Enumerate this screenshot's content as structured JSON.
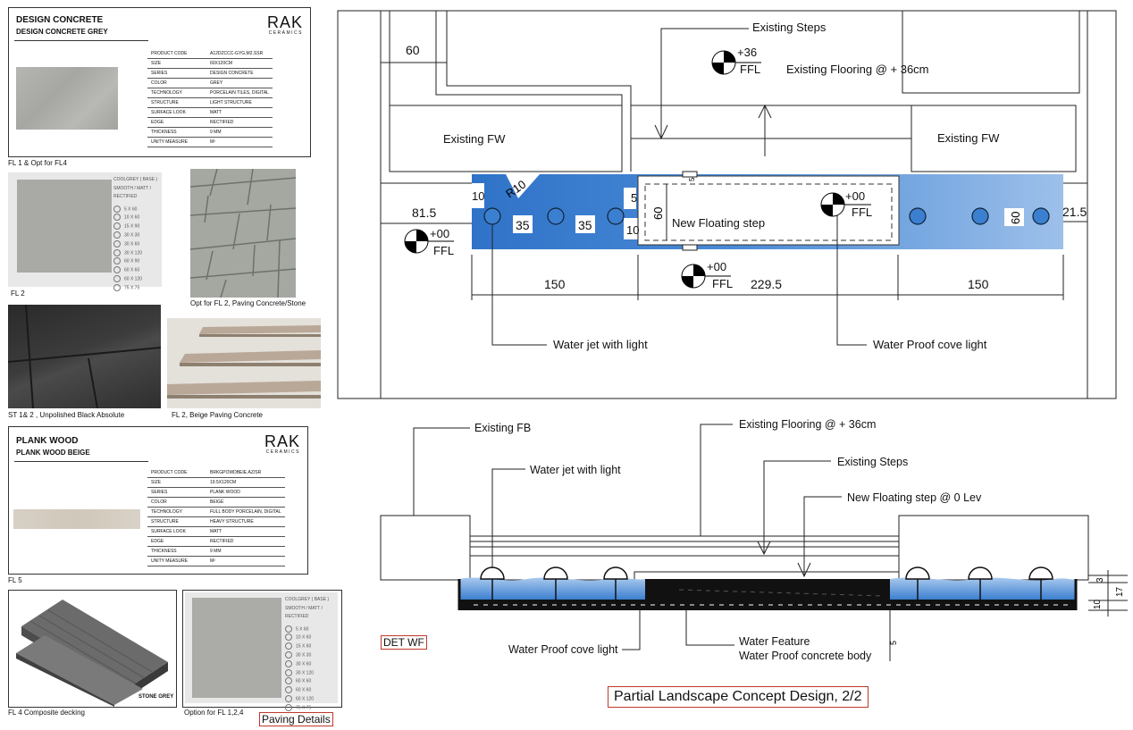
{
  "colors": {
    "water_blue": "#3b7fd0",
    "red_outline": "#c0392b",
    "panel_grey": "#e8e8e8"
  },
  "card1": {
    "title1": "DESIGN CONCRETE",
    "title2": "DESIGN CONCRETE GREY",
    "brand": "RAK",
    "brand_sub": "CERAMICS",
    "specs": [
      [
        "PRODUCT CODE",
        "A12DZCCC-GYG.M2.SSR"
      ],
      [
        "SIZE",
        "60X120CM"
      ],
      [
        "SERIES",
        "DESIGN CONCRETE"
      ],
      [
        "COLOR",
        "GREY"
      ],
      [
        "TECHNOLOGY",
        "PORCELAIN TILES, DIGITAL"
      ],
      [
        "STRUCTURE",
        "LIGHT STRUCTURE"
      ],
      [
        "SURFACE LOOK",
        "MATT"
      ],
      [
        "EDGE",
        "RECTIFIED"
      ],
      [
        "THICKNESS",
        "9 MM"
      ],
      [
        "UNITY MEASURE",
        "M²"
      ]
    ],
    "caption": "FL 1 & Opt for FL4"
  },
  "tile_panel_1": {
    "header": [
      "COOLGREY ( BASE )",
      "SMOOTH / MATT /",
      "RECTIFIED"
    ],
    "sizes": [
      "5 X 60",
      "10 X 60",
      "15 X 90",
      "30 X 30",
      "30 X 60",
      "30 X 120",
      "60 X 90",
      "60 X 60",
      "60 X 120",
      "75 X 75"
    ],
    "caption": "FL 2"
  },
  "paving_photo": {
    "caption": "Opt for FL 2, Paving Concrete/Stone"
  },
  "black_photo": {
    "caption": "ST 1& 2 , Unpolished Black Absolute"
  },
  "steps_photo": {
    "caption": "FL 2, Beige Paving Concrete"
  },
  "card2": {
    "title1": "PLANK WOOD",
    "title2": "PLANK WOOD BEIGE",
    "brand": "RAK",
    "brand_sub": "CERAMICS",
    "specs": [
      [
        "PRODUCT CODE",
        "BRKGPOWDBEIE.AZ/SR"
      ],
      [
        "SIZE",
        "19.5X120CM"
      ],
      [
        "SERIES",
        "PLANK WOOD"
      ],
      [
        "COLOR",
        "BEIGE"
      ],
      [
        "TECHNOLOGY",
        "FULL BODY PORCELAIN, DIGITAL"
      ],
      [
        "STRUCTURE",
        "HEAVY STRUCTURE"
      ],
      [
        "SURFACE LOOK",
        "MATT"
      ],
      [
        "EDGE",
        "RECTIFIED"
      ],
      [
        "THICKNESS",
        "9 MM"
      ],
      [
        "UNITY MEASURE",
        "M²"
      ]
    ],
    "caption": "FL 5"
  },
  "decking": {
    "label": "STONE GREY",
    "caption": "FL 4 Composite decking"
  },
  "tile_panel_2": {
    "header": [
      "COOLGREY ( BASE )",
      "SMOOTH / MATT /",
      "RECTIFIED"
    ],
    "sizes": [
      "5 X 60",
      "10 X 60",
      "15 X 60",
      "30 X 30",
      "30 X 60",
      "30 X 120",
      "60 X 60",
      "60 X 60",
      "60 X 120",
      "75 X 75"
    ],
    "caption": "Option for FL 1,2,4"
  },
  "paving_details_label": "Paving Details",
  "plan": {
    "existing_steps": "Existing Steps",
    "level_36": "+36",
    "ffl": "FFL",
    "existing_flooring": "Existing Flooring @ + 36cm",
    "existing_fw_left": "Existing FW",
    "existing_fw_right": "Existing FW",
    "r10": "R10",
    "new_floating_step": "New Floating step",
    "level_00": "+00",
    "water_jet": "Water jet with light",
    "cove_light": "Water Proof cove light",
    "dims": {
      "d60_top": "60",
      "d81_5": "81.5",
      "d10": "10",
      "d35a": "35",
      "d35b": "35",
      "d5": "5",
      "d60_step": "60",
      "d10b": "10",
      "d60_right": "60",
      "d21_5": "21.5",
      "d150a": "150",
      "d229_5": "229.5",
      "d150b": "150",
      "d5_top": "5"
    }
  },
  "section": {
    "existing_fb": "Existing FB",
    "existing_flooring": "Existing Flooring @ + 36cm",
    "water_jet": "Water jet with light",
    "existing_steps": "Existing Steps",
    "new_floating": "New Floating step @ 0 Lev",
    "det_wf": "DET WF",
    "cove_light": "Water Proof cove light",
    "water_feature": "Water Feature",
    "concrete_body": "Water Proof concrete body",
    "dims": {
      "d3": "3",
      "d17": "17",
      "d10": "10",
      "d5": "5"
    }
  },
  "footer_title": "Partial Landscape  Concept Design, 2/2"
}
